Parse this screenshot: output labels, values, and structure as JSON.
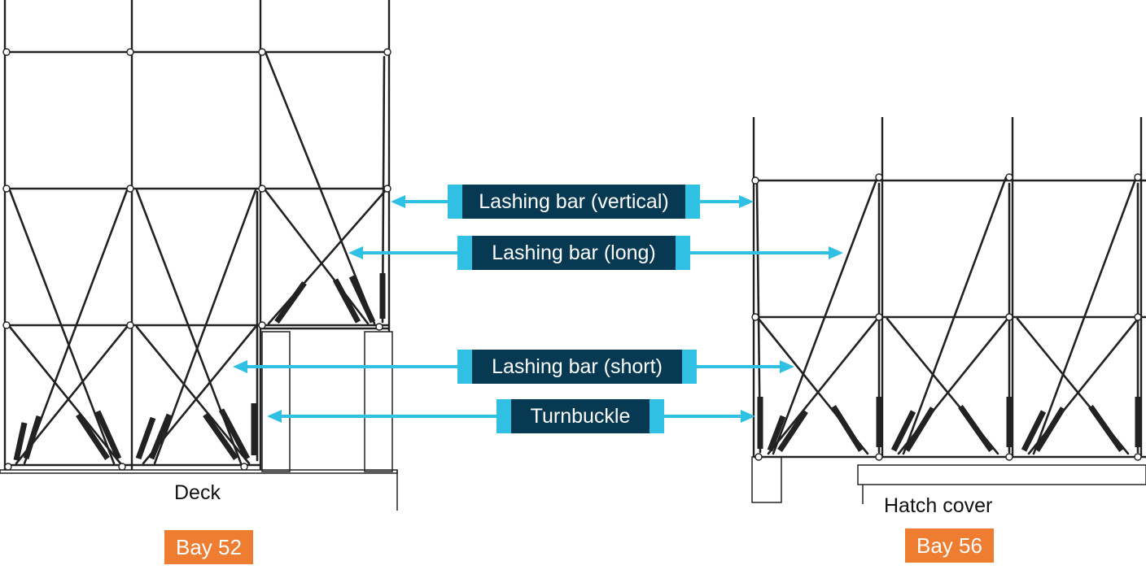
{
  "labels": {
    "lashing_bar_vertical": "Lashing bar (vertical)",
    "lashing_bar_long": "Lashing bar (long)",
    "lashing_bar_short": "Lashing bar (short)",
    "turnbuckle": "Turnbuckle"
  },
  "left_bay": {
    "surface": "Deck",
    "bay": "Bay 52"
  },
  "right_bay": {
    "surface": "Hatch cover",
    "bay": "Bay 56"
  },
  "colors": {
    "arrow": "#2fc0e4",
    "label_bg": "#073a52",
    "bay_tag": "#ee7d31"
  }
}
